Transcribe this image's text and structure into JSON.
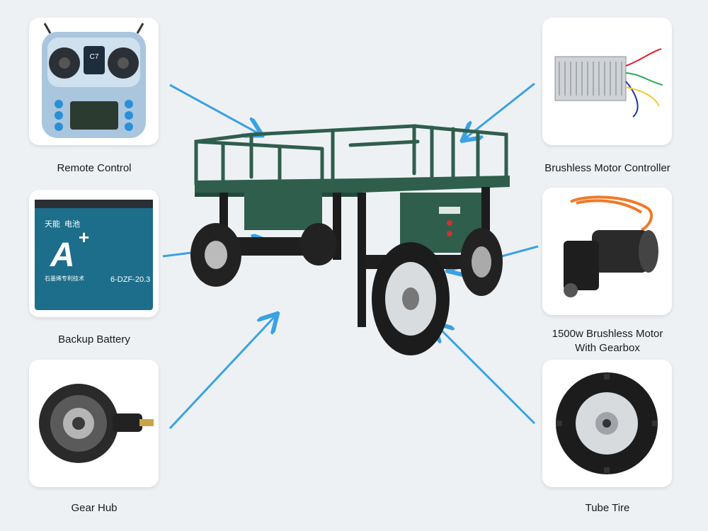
{
  "colors": {
    "background": "#eef1f4",
    "vehicle_green": "#2f5e4c",
    "arrow_blue": "#3aa1e3",
    "battery_blue": "#1d6e8a"
  },
  "components": [
    {
      "id": "remote-control",
      "label": "Remote Control",
      "icon": "remote-controller-image"
    },
    {
      "id": "backup-battery",
      "label": "Backup Battery",
      "icon": "battery-image",
      "battery_brand": "天能",
      "battery_brand_suffix": "电池",
      "battery_grade": "A",
      "battery_model": "6-DZF-20.3",
      "battery_tagline": "石墨烯专利技术"
    },
    {
      "id": "gear-hub",
      "label": "Gear Hub",
      "icon": "gear-hub-image"
    },
    {
      "id": "brushless-motor-controller",
      "label": "Brushless Motor Controller",
      "icon": "motor-controller-image"
    },
    {
      "id": "brushless-motor",
      "label": "1500w Brushless Motor\nWith Gearbox",
      "icon": "motor-gearbox-image"
    },
    {
      "id": "tube-tire",
      "label": "Tube Tire",
      "icon": "tube-tire-image"
    }
  ],
  "remote_screen_text": "C7"
}
